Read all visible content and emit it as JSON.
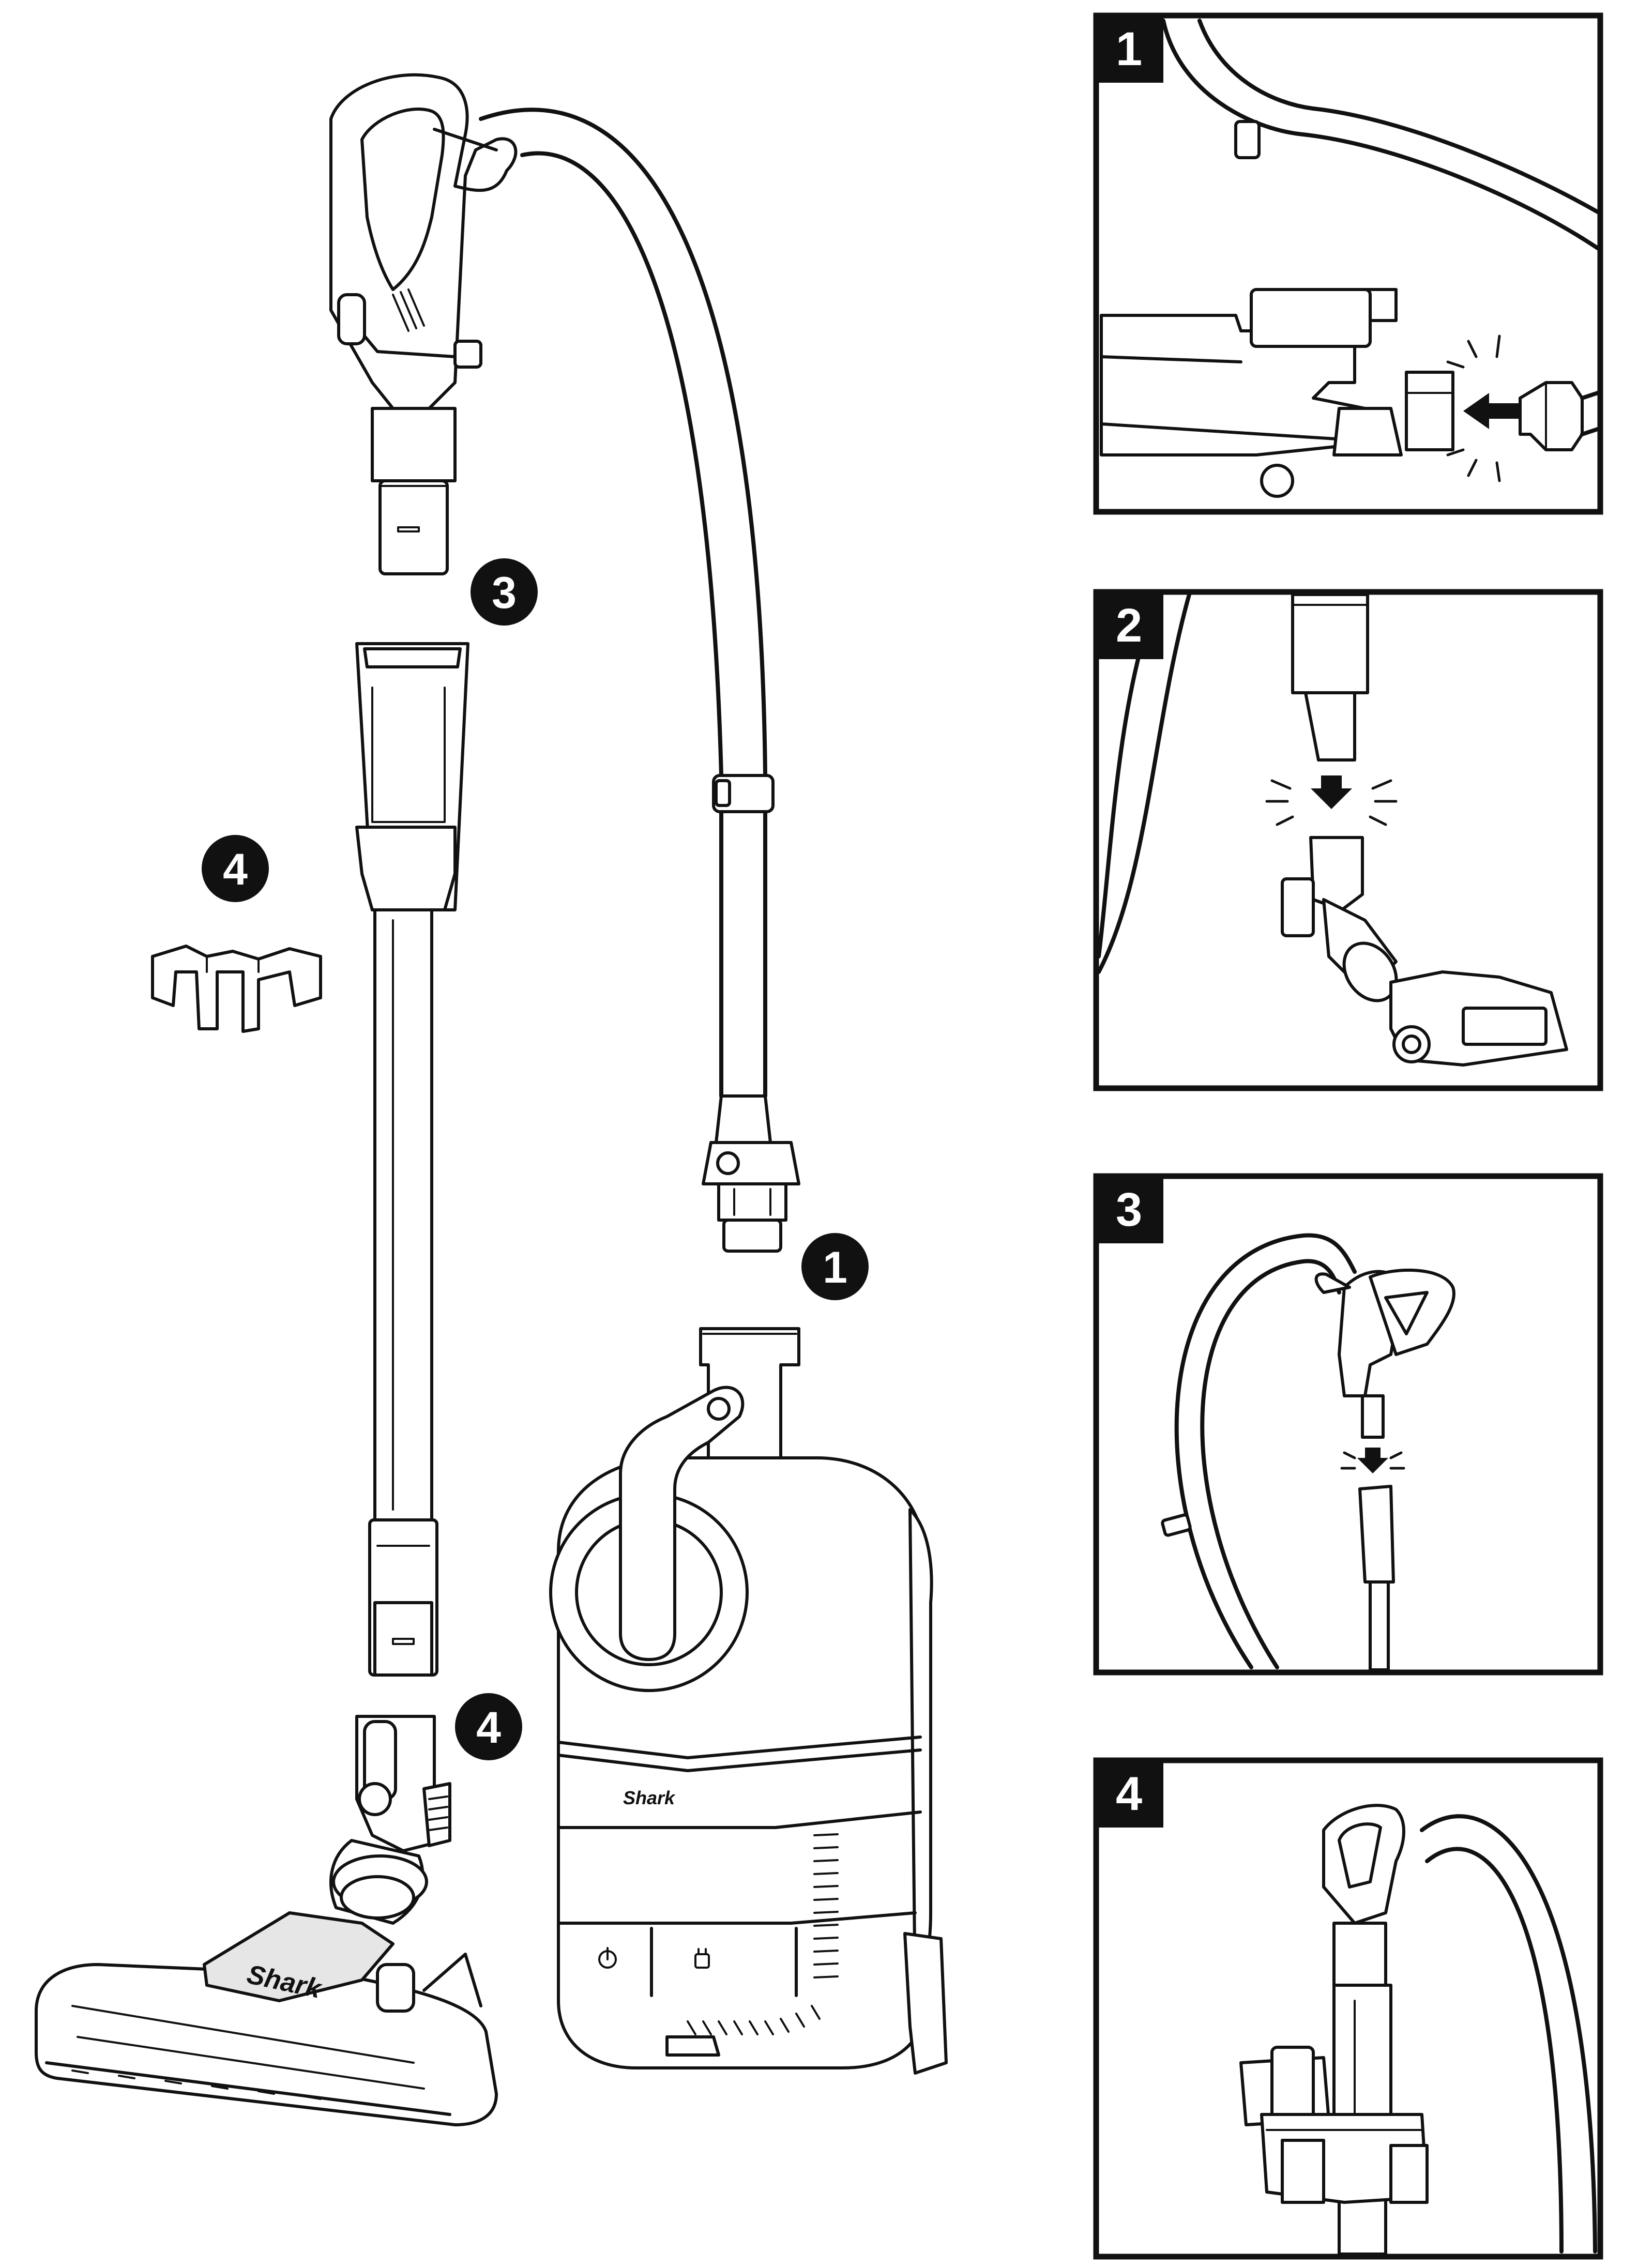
{
  "callouts": {
    "hose_to_base": "1",
    "handle_to_wand": "3",
    "accessory_clip": "4",
    "wand_to_nozzle": "4"
  },
  "brand": {
    "canister_logo": "Shark",
    "nozzle_logo": "Shark"
  },
  "panels": [
    {
      "number": "1"
    },
    {
      "number": "2"
    },
    {
      "number": "3"
    },
    {
      "number": "4"
    }
  ],
  "icons": {
    "power_button": "power-icon",
    "floor_button": "plug-icon"
  },
  "colors": {
    "line": "#111111",
    "background": "#ffffff",
    "tab": "#111111"
  }
}
